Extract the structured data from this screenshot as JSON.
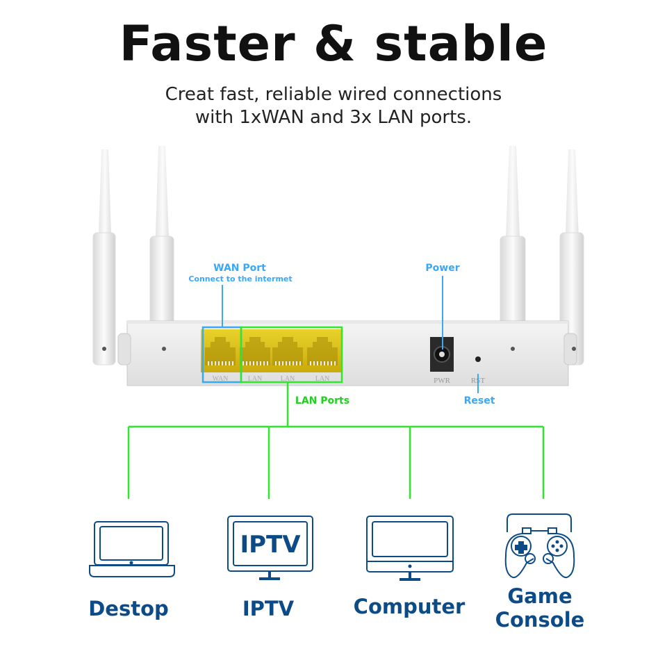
{
  "header": {
    "title": "Faster & stable",
    "subtitle_line1": "Creat fast, reliable wired connections",
    "subtitle_line2": "with 1xWAN and 3x LAN ports."
  },
  "router": {
    "port_labels": [
      "WAN",
      "LAN",
      "LAN",
      "LAN"
    ],
    "power_label": "PWR",
    "reset_label": "RST"
  },
  "callouts": {
    "wan_title": "WAN Port",
    "wan_desc": "Connect to the intermet",
    "power": "Power",
    "reset": "Reset",
    "lan": "LAN Ports"
  },
  "colors": {
    "wan_accent": "#3aa8f5",
    "lan_accent": "#2ee82e",
    "device_navy": "#0d4b86",
    "port_yellow": "#e6cf1a"
  },
  "devices": [
    {
      "label": "Destop",
      "icon": "laptop-icon"
    },
    {
      "label": "IPTV",
      "icon": "tv-icon",
      "screen_text": "IPTV"
    },
    {
      "label": "Computer",
      "icon": "monitor-icon"
    },
    {
      "label": "Game Console",
      "icon": "gamepad-icon"
    }
  ]
}
